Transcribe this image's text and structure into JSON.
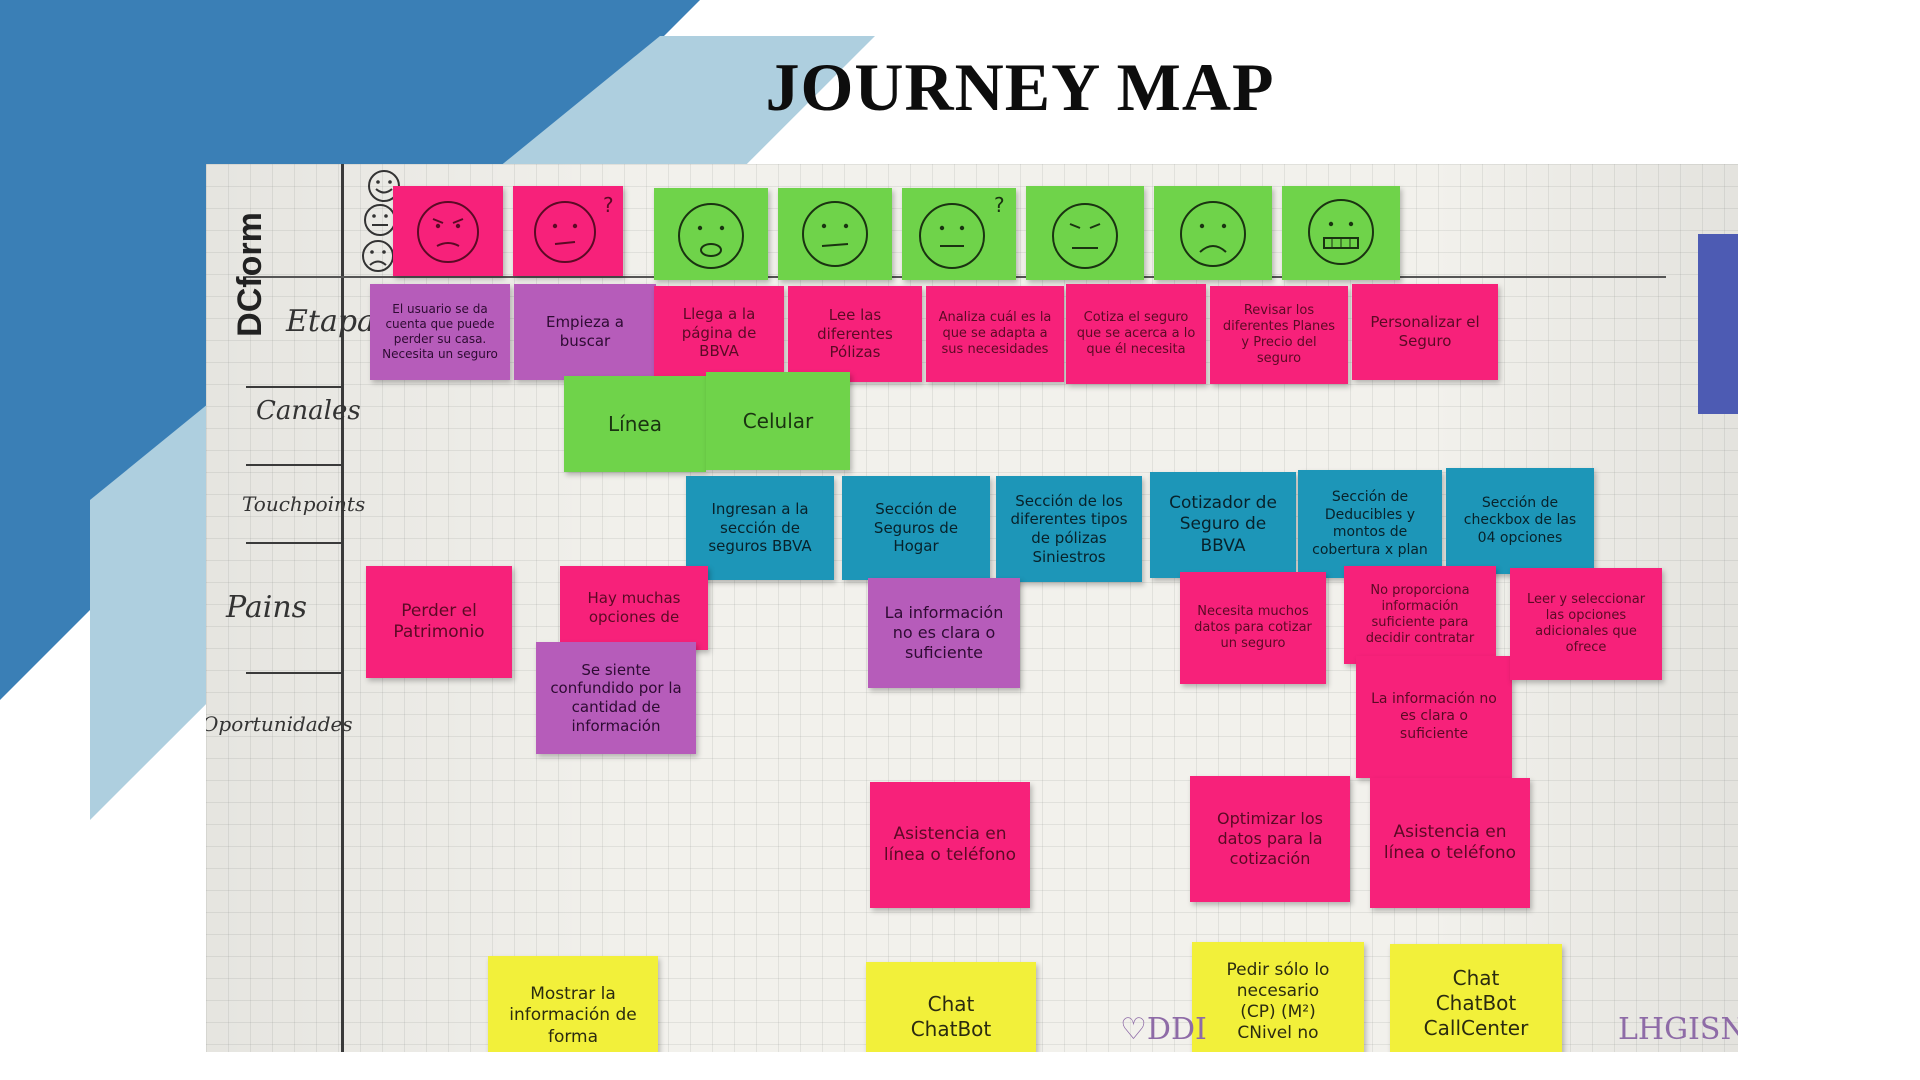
{
  "slide": {
    "title": "JOURNEY MAP",
    "colors": {
      "dark_band": "#3a7fb6",
      "light_band": "#aecfdf"
    }
  },
  "photo": {
    "brand_text": "DCform",
    "row_labels": [
      "Etapas",
      "Canales",
      "Touchpoints",
      "Pains",
      "Oportunidades"
    ],
    "emotion_scale_icons": [
      "smile-face-icon",
      "neutral-face-icon",
      "sad-face-icon"
    ],
    "face_notes": [
      {
        "color": "pink",
        "icon": "angry-face-icon"
      },
      {
        "color": "pink",
        "icon": "confused-face-icon",
        "mark": "?"
      },
      {
        "color": "green",
        "icon": "surprised-face-icon"
      },
      {
        "color": "green",
        "icon": "neutral-face-icon"
      },
      {
        "color": "green",
        "icon": "thinking-face-icon",
        "mark": "?"
      },
      {
        "color": "green",
        "icon": "annoyed-face-icon"
      },
      {
        "color": "green",
        "icon": "frown-face-icon"
      },
      {
        "color": "green",
        "icon": "grimace-face-icon"
      }
    ],
    "etapas": [
      "El usuario se da cuenta que puede perder su casa. Necesita un seguro",
      "Empieza a buscar",
      "Llega a la página de BBVA",
      "Lee las diferentes Pólizas",
      "Analiza cuál es la que se adapta a sus necesidades",
      "Cotiza el seguro que se acerca a lo que él necesita",
      "Revisar los diferentes Planes y Precio del seguro",
      "Personalizar el Seguro"
    ],
    "canales": [
      "Línea",
      "Celular"
    ],
    "touchpoints": [
      "Ingresan a la sección de seguros BBVA",
      "Sección de Seguros de Hogar",
      "Sección de los diferentes tipos de pólizas Siniestros",
      "Cotizador de Seguro de BBVA",
      "Sección de Deducibles y montos de cobertura x plan",
      "Sección de checkbox de las 04 opciones"
    ],
    "pains": [
      "Perder el Patrimonio",
      "Hay muchas opciones de",
      "Se siente confundido por la cantidad de información",
      "La información no es clara o suficiente",
      "Necesita muchos datos para cotizar un seguro",
      "No proporciona información suficiente para decidir contratar",
      "La información no es clara o suficiente",
      "Leer y seleccionar las opciones adicionales que ofrece"
    ],
    "oportunidades": [
      "Asistencia en línea o teléfono",
      "Optimizar los datos para la cotización",
      "Asistencia en línea o teléfono"
    ],
    "ideas": [
      "Mostrar la información de forma",
      "Chat\nChatBot",
      "Pedir sólo lo necesario\n(CP) (M²)\nCNivel no",
      "Chat\nChatBot\nCallCenter"
    ],
    "scrawls": [
      "♡DDI",
      "LHGISN"
    ]
  }
}
